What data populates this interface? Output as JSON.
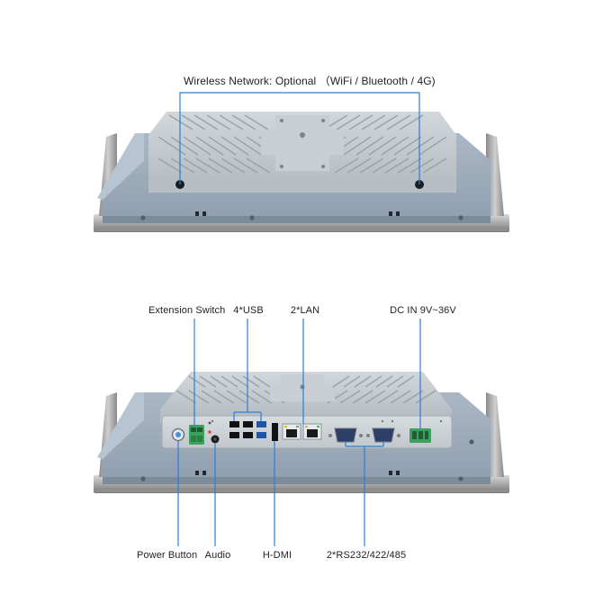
{
  "top_view": {
    "wireless_label": "Wireless Network: Optional （WiFi / Bluetooth / 4G)"
  },
  "bottom_view": {
    "top_labels": {
      "extension_switch": "Extension Switch",
      "usb": "4*USB",
      "lan": "2*LAN",
      "dc_in": "DC IN 9V~36V"
    },
    "bottom_labels": {
      "power_button": "Power Button",
      "audio": "Audio",
      "hdmi": "H-DMI",
      "serial": "2*RS232/422/485"
    }
  },
  "colors": {
    "callout_line": "#2a7fd4",
    "panel_body": "#a3b2c2",
    "heatsink": "#c3c9ce",
    "bezel_steel": "#b8b8b8",
    "terminal_green": "#3aa25c"
  }
}
